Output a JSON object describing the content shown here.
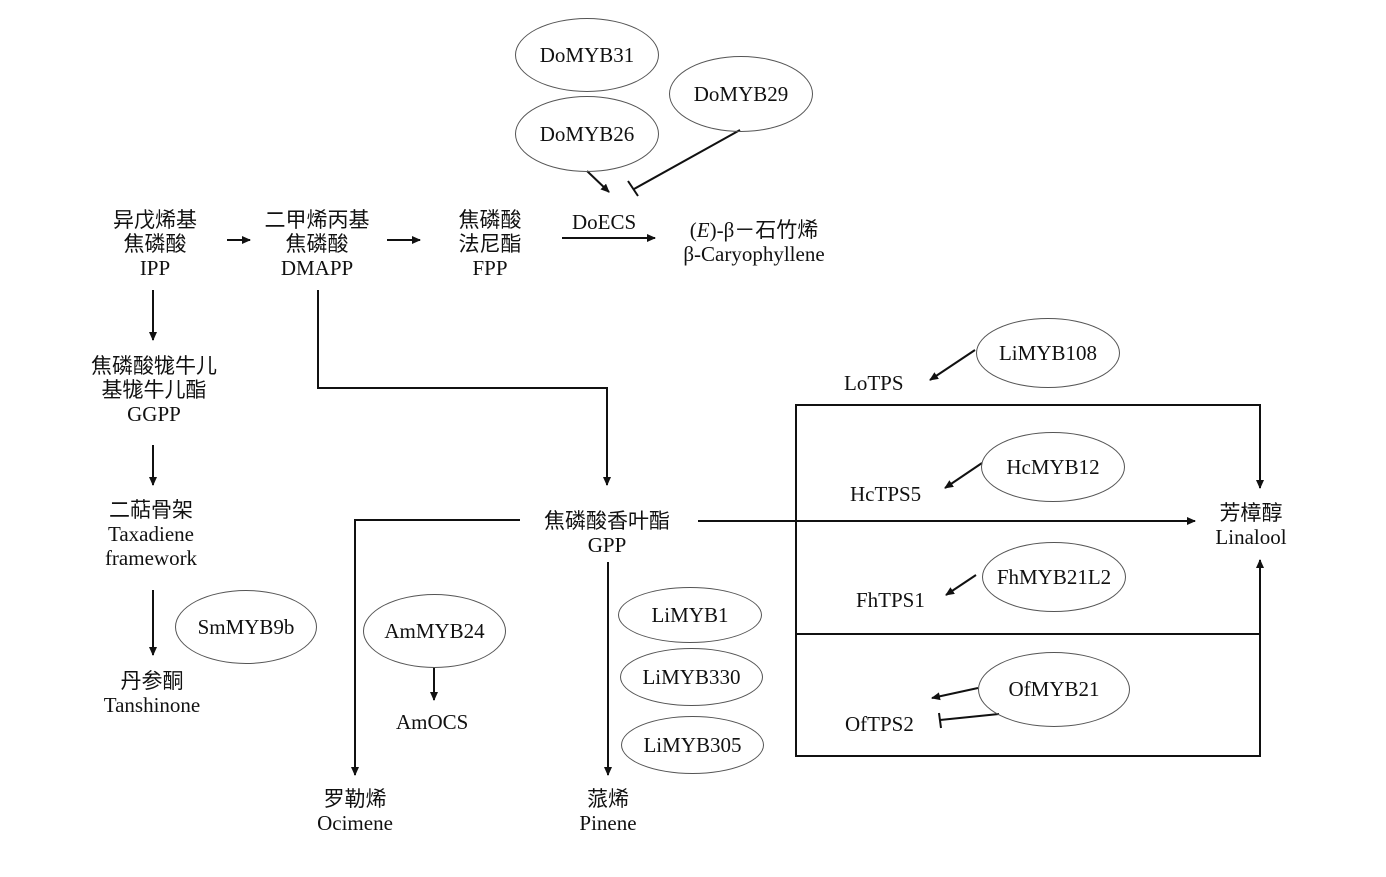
{
  "nodes": {
    "ipp": {
      "zh": "异戊烯基焦磷酸",
      "zh_line1": "异戊烯基",
      "zh_line2": "焦磷酸",
      "en": "IPP"
    },
    "dmapp": {
      "zh_line1": "二甲烯丙基",
      "zh_line2": "焦磷酸",
      "en": "DMAPP"
    },
    "fpp": {
      "zh_line1": "焦磷酸",
      "zh_line2": "法尼酯",
      "en": "FPP"
    },
    "caryophyllene": {
      "zh": "(E)-β－石竹烯",
      "zh_prefix": "(",
      "zh_italic": "E",
      "zh_suffix": ")-β－石竹烯",
      "en": "β-Caryophyllene"
    },
    "ggpp": {
      "zh_line1": "焦磷酸牻牛儿",
      "zh_line2": "基牻牛儿酯",
      "en": "GGPP"
    },
    "taxadiene": {
      "zh": "二萜骨架",
      "en_line1": "Taxadiene",
      "en_line2": "framework"
    },
    "tanshinone": {
      "zh": "丹参酮",
      "en": "Tanshinone"
    },
    "gpp": {
      "zh": "焦磷酸香叶酯",
      "en": "GPP"
    },
    "ocimene": {
      "zh": "罗勒烯",
      "en": "Ocimene"
    },
    "pinene": {
      "zh": "蒎烯",
      "en": "Pinene"
    },
    "linalool": {
      "zh": "芳樟醇",
      "en": "Linalool"
    }
  },
  "enzymes": {
    "doecs": "DoECS",
    "amocs": "AmOCS",
    "lotps": "LoTPS",
    "hctps5": "HcTPS5",
    "fhtps1": "FhTPS1",
    "oftps2": "OfTPS2"
  },
  "transcription_factors": {
    "domyb31": "DoMYB31",
    "domyb26": "DoMYB26",
    "domyb29": "DoMYB29",
    "smmyb9b": "SmMYB9b",
    "ammyb24": "AmMYB24",
    "limyb1": "LiMYB1",
    "limyb330": "LiMYB330",
    "limyb305": "LiMYB305",
    "limyb108": "LiMYB108",
    "hcmyb12": "HcMYB12",
    "fhmyb21l2": "FhMYB21L2",
    "ofmyb21": "OfMYB21"
  },
  "edges": [
    {
      "from": "IPP",
      "to": "DMAPP",
      "type": "activation"
    },
    {
      "from": "DMAPP",
      "to": "FPP",
      "type": "activation"
    },
    {
      "from": "FPP",
      "to": "β-Caryophyllene",
      "type": "activation",
      "label": "DoECS"
    },
    {
      "from": "DoMYB26",
      "to": "DoECS",
      "type": "activation"
    },
    {
      "from": "DoMYB29",
      "to": "DoECS",
      "type": "inhibition"
    },
    {
      "from": "IPP",
      "to": "GGPP",
      "type": "activation"
    },
    {
      "from": "GGPP",
      "to": "Taxadiene framework",
      "type": "activation"
    },
    {
      "from": "Taxadiene framework",
      "to": "Tanshinone",
      "type": "activation"
    },
    {
      "from": "DMAPP",
      "to": "GPP",
      "type": "activation"
    },
    {
      "from": "GPP",
      "to": "Ocimene",
      "type": "activation"
    },
    {
      "from": "AmMYB24",
      "to": "AmOCS",
      "type": "activation"
    },
    {
      "from": "GPP",
      "to": "Pinene",
      "type": "activation"
    },
    {
      "from": "GPP",
      "to": "Linalool",
      "type": "activation"
    },
    {
      "from": "LiMYB108",
      "to": "LoTPS",
      "type": "activation"
    },
    {
      "from": "HcMYB12",
      "to": "HcTPS5",
      "type": "activation"
    },
    {
      "from": "FhMYB21L2",
      "to": "FhTPS1",
      "type": "activation"
    },
    {
      "from": "OfMYB21",
      "to": "OfTPS2",
      "type": "activation"
    },
    {
      "from": "OfMYB21",
      "to": "OfTPS2",
      "type": "inhibition"
    }
  ]
}
